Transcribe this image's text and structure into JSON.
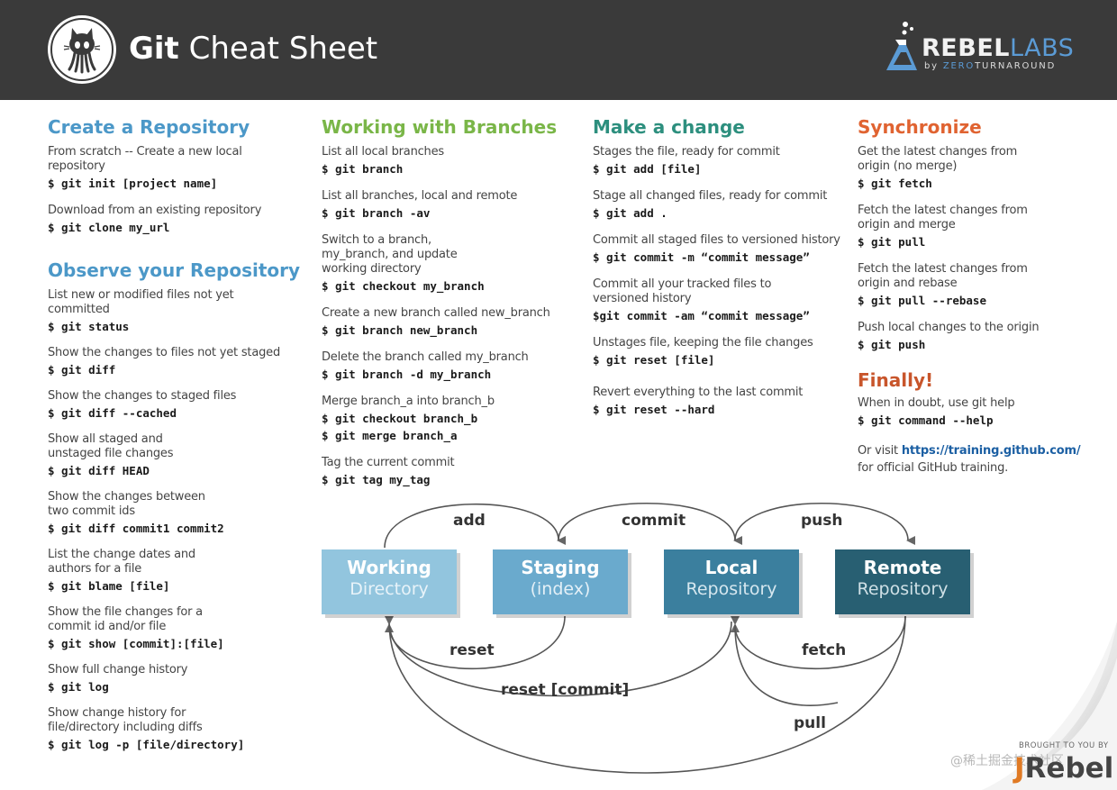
{
  "header": {
    "title_bold": "Git",
    "title_light": "Cheat Sheet",
    "brand_rebel": "REBEL",
    "brand_labs": "LABS",
    "brand_by": "by ",
    "brand_zero": "ZERO",
    "brand_turnaround": "TURNAROUND",
    "logo_icon": "github-octocat-icon",
    "brand_icon": "flask-icon"
  },
  "sections": {
    "create": {
      "title": "Create a Repository",
      "items": [
        {
          "desc": "From scratch -- Create a new local repository",
          "cmd": "$ git init [project name]"
        },
        {
          "desc": "Download from an existing repository",
          "cmd": "$ git clone my_url"
        }
      ]
    },
    "observe": {
      "title": "Observe your Repository",
      "items": [
        {
          "desc": "List new or modified files not yet committed",
          "cmd": "$ git status"
        },
        {
          "desc": "Show the changes to files not yet staged",
          "cmd": "$ git diff"
        },
        {
          "desc": "Show the changes to staged files",
          "cmd": "$ git diff --cached"
        },
        {
          "desc": "Show all staged and unstaged file changes",
          "cmd": "$ git diff HEAD"
        },
        {
          "desc": "Show the changes between two commit ids",
          "cmd": "$ git diff commit1 commit2"
        },
        {
          "desc": "List the change dates and authors for a file",
          "cmd": "$ git blame [file]"
        },
        {
          "desc": "Show the file changes for a commit id and/or file",
          "cmd": "$ git show [commit]:[file]"
        },
        {
          "desc": "Show full change history",
          "cmd": "$ git log"
        },
        {
          "desc": "Show change history for file/directory including diffs",
          "cmd": "$ git log -p [file/directory]"
        }
      ]
    },
    "branches": {
      "title": "Working with Branches",
      "items": [
        {
          "desc": "List all local branches",
          "cmd": "$ git branch"
        },
        {
          "desc": "List all branches, local and remote",
          "cmd": "$ git branch -av"
        },
        {
          "desc": "Switch to a branch, my_branch, and update working directory",
          "cmd": "$ git checkout my_branch"
        },
        {
          "desc": "Create a new branch called new_branch",
          "cmd": "$ git branch new_branch"
        },
        {
          "desc": "Delete the branch called my_branch",
          "cmd": "$ git branch -d my_branch"
        },
        {
          "desc": "Merge branch_a into branch_b",
          "cmd": "$ git checkout branch_b",
          "cmd2": "$ git merge branch_a"
        },
        {
          "desc": "Tag the current commit",
          "cmd": "$ git tag my_tag"
        }
      ]
    },
    "change": {
      "title": "Make a change",
      "items": [
        {
          "desc": "Stages the file, ready for commit",
          "cmd": "$ git add [file]"
        },
        {
          "desc": "Stage all changed files, ready for commit",
          "cmd": "$ git add ."
        },
        {
          "desc": "Commit all staged files to versioned history",
          "cmd": "$ git commit -m “commit message”"
        },
        {
          "desc": "Commit all your tracked files to versioned history",
          "cmd": "$git commit -am “commit message”"
        },
        {
          "desc": "Unstages file, keeping the file changes",
          "cmd": "$ git reset [file]"
        },
        {
          "desc": "Revert everything to the last commit",
          "cmd": "$ git reset --hard"
        }
      ]
    },
    "sync": {
      "title": "Synchronize",
      "items": [
        {
          "desc": "Get the latest changes from origin (no merge)",
          "cmd": "$ git fetch"
        },
        {
          "desc": "Fetch the latest changes from origin and merge",
          "cmd": "$ git pull"
        },
        {
          "desc": "Fetch the latest changes from origin and rebase",
          "cmd": "$ git pull --rebase"
        },
        {
          "desc": "Push local changes to the origin",
          "cmd": "$ git push"
        }
      ]
    },
    "finally": {
      "title": "Finally!",
      "help_desc": "When in doubt, use git help",
      "help_cmd": "$ git command --help",
      "visit_prefix": "Or visit ",
      "visit_link": "https://training.github.com/",
      "visit_suffix": "for official GitHub training."
    }
  },
  "diagram": {
    "boxes": [
      {
        "line1": "Working",
        "line2": "Directory"
      },
      {
        "line1": "Staging",
        "line2": "(index)"
      },
      {
        "line1": "Local",
        "line2": "Repository"
      },
      {
        "line1": "Remote",
        "line2": "Repository"
      }
    ],
    "labels": {
      "add": "add",
      "commit": "commit",
      "push": "push",
      "reset": "reset",
      "fetch": "fetch",
      "reset_commit": "reset [commit]",
      "pull": "pull"
    }
  },
  "footer": {
    "brought": "BROUGHT TO YOU BY",
    "jrebel_j": "J",
    "jrebel_rest": "Rebel",
    "watermark": "@稀土掘金技术社区"
  },
  "colors": {
    "header_bg": "#3a3a3a",
    "blue": "#4c98c8",
    "green": "#7ab648",
    "teal": "#2d8f7e",
    "orange": "#e06331",
    "box_working": "#92c5de",
    "box_staging": "#6aaacd",
    "box_local": "#3b7f9e",
    "box_remote": "#285f72"
  }
}
